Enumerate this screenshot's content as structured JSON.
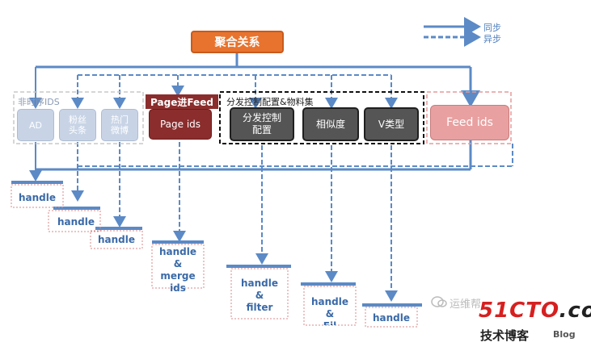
{
  "legend": {
    "sync": "同步",
    "async": "异步"
  },
  "root": "聚合关系",
  "groups": {
    "ids_title": "非时序IDS",
    "page_title": "Page进Feed",
    "dist_title": "分发控制配置&物料集"
  },
  "sources": {
    "ad": "AD",
    "fans": "粉丝\n头条",
    "hot": "热门\n微博",
    "page_ids": "Page ids",
    "dist_ctrl": "分发控制\n配置",
    "similarity": "相似度",
    "vtype": "V类型",
    "feed_ids": "Feed ids"
  },
  "handles": [
    "handle",
    "handle",
    "handle",
    "handle\n&\nmerge\nids",
    "handle\n&\nfilter",
    "handle\n&\nFil",
    "handle"
  ],
  "watermark": {
    "chat": "运维帮",
    "logo_main": "51CTO",
    "logo_tail": ".com",
    "subtitle": "技术博客",
    "blog": "Blog"
  },
  "colors": {
    "line": "#5b8ac6",
    "root": "#e8732e",
    "dark_red": "#8b2d2d",
    "pink": "#e9a0a0"
  }
}
